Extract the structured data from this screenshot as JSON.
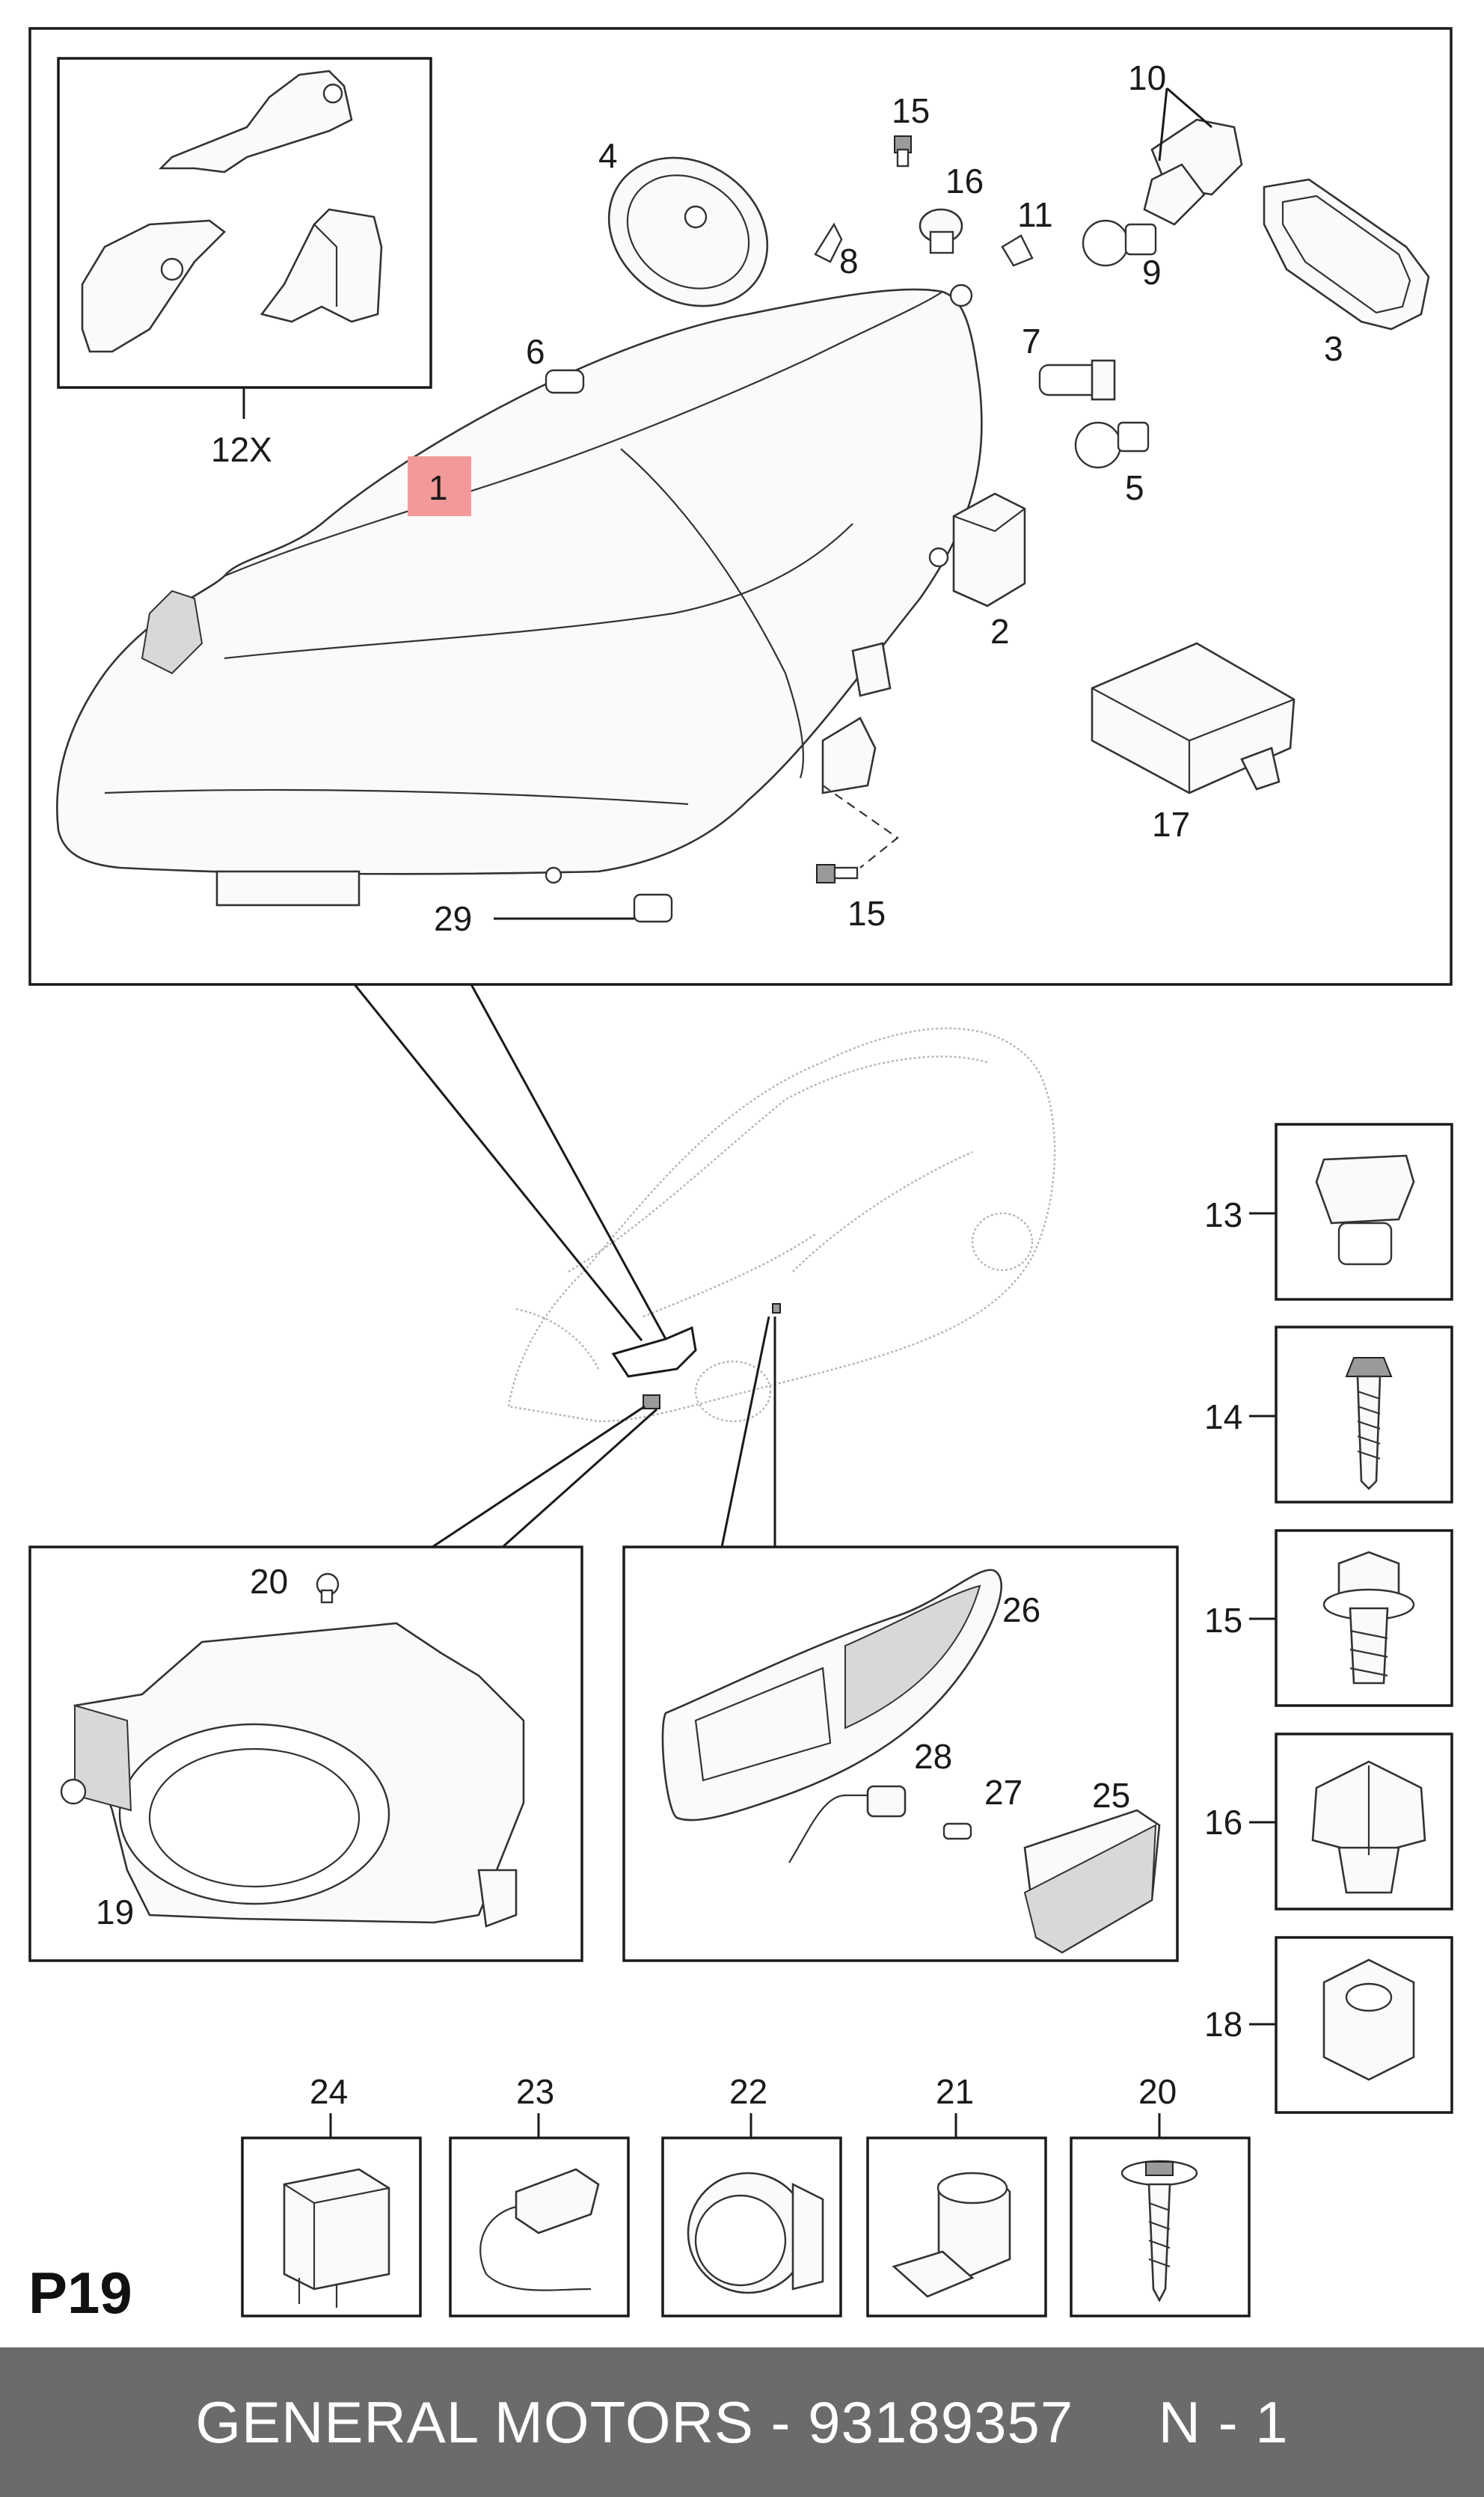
{
  "page_code": "P19",
  "footer": {
    "brand": "GENERAL MOTORS",
    "separator": " - ",
    "part_number": "93189357",
    "spacer": "     ",
    "variant": "N - 1"
  },
  "callouts": {
    "c1": "1",
    "c2": "2",
    "c3": "3",
    "c4": "4",
    "c5": "5",
    "c6": "6",
    "c7": "7",
    "c8": "8",
    "c9": "9",
    "c10": "10",
    "c11": "11",
    "c12x": "12X",
    "c13": "13",
    "c14": "14",
    "c15a": "15",
    "c15b": "15",
    "c15c": "15",
    "c16a": "16",
    "c16b": "16",
    "c17": "17",
    "c18": "18",
    "c19": "19",
    "c20a": "20",
    "c20b": "20",
    "c21": "21",
    "c22": "22",
    "c23": "23",
    "c24": "24",
    "c25": "25",
    "c26": "26",
    "c27": "27",
    "c28": "28",
    "c29": "29"
  },
  "colors": {
    "highlight": "#f29a9a",
    "footer_bg": "#6b6b6b",
    "line": "#1a1a1a"
  }
}
